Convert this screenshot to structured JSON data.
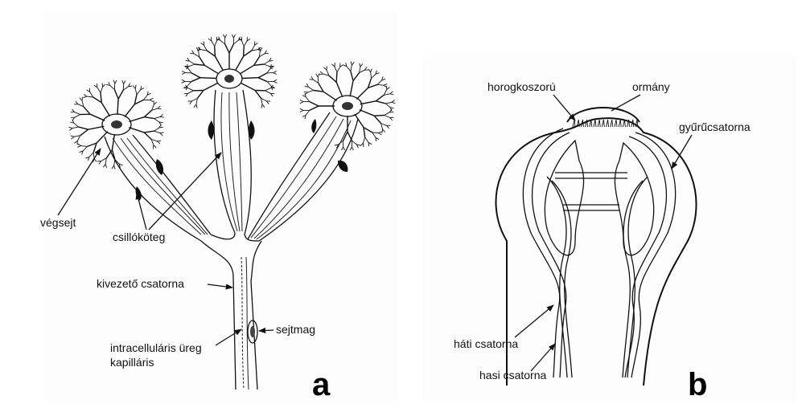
{
  "panel_a": {
    "letter": "a",
    "labels": {
      "vegsejt": "végsejt",
      "csillokoteg": "csillóköteg",
      "kivezeto": "kivezető csatorna",
      "intracellularis": "intracelluláris üreg",
      "kapillaris": "kapilláris",
      "sejtmag": "sejtmag"
    }
  },
  "panel_b": {
    "letter": "b",
    "labels": {
      "horogkoszoru": "horogkoszorú",
      "ormany": "ormány",
      "gyurucsatorna": "gyűrűcsatorna",
      "hati": "háti csatorna",
      "hasi": "hasi csatorna"
    }
  }
}
